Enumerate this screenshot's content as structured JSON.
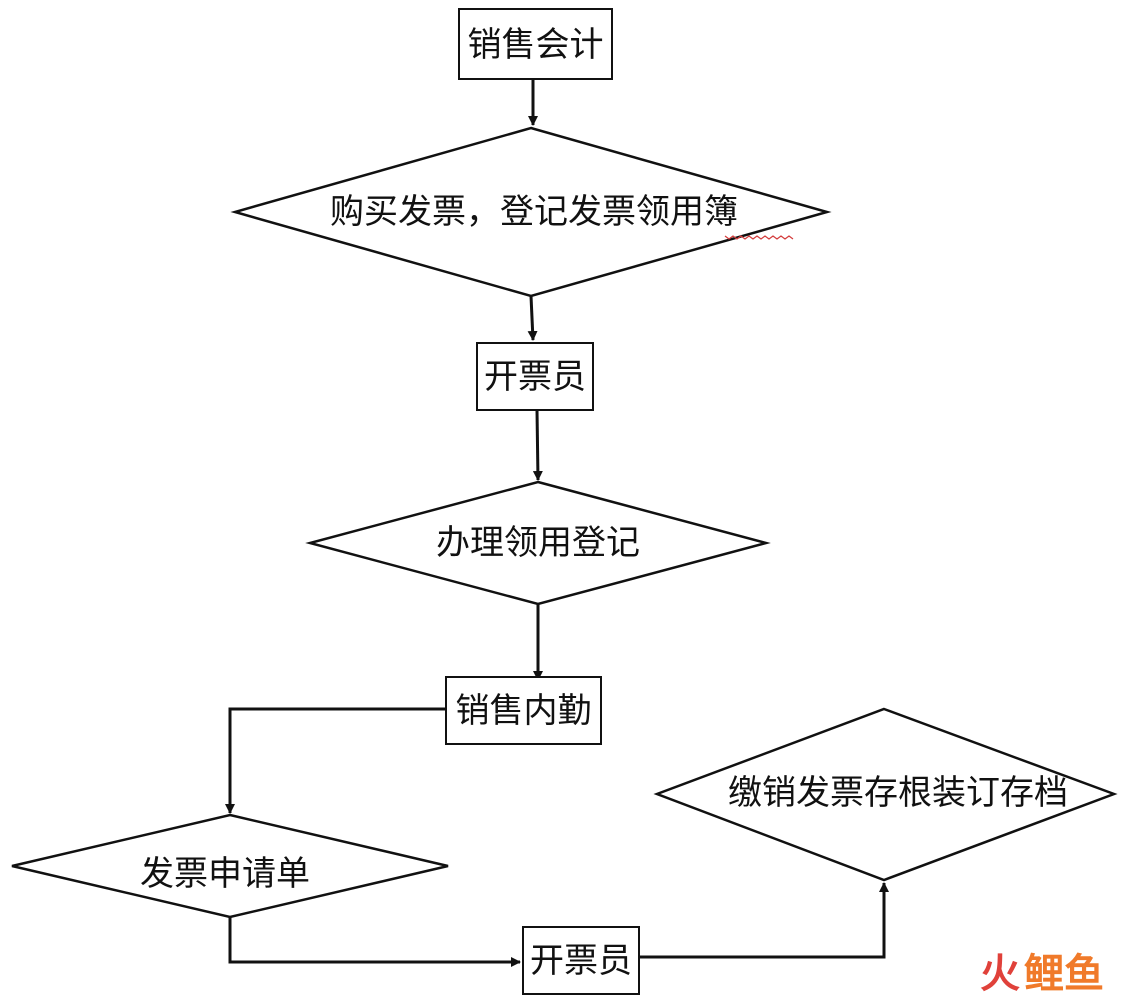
{
  "diagram": {
    "nodes": [
      {
        "id": "n1",
        "label": "销售会计"
      },
      {
        "id": "n2",
        "label": "购买发票，登记发票领用簿"
      },
      {
        "id": "n3",
        "label": "开票员"
      },
      {
        "id": "n4",
        "label": "办理领用登记"
      },
      {
        "id": "n5",
        "label": "销售内勤"
      },
      {
        "id": "n6",
        "label": "发票申请单"
      },
      {
        "id": "n7",
        "label": "开票员"
      },
      {
        "id": "n8",
        "label": "缴销发票存根装订存档"
      }
    ],
    "edges": [
      {
        "from": "n1",
        "to": "n2"
      },
      {
        "from": "n2",
        "to": "n3"
      },
      {
        "from": "n3",
        "to": "n4"
      },
      {
        "from": "n4",
        "to": "n5"
      },
      {
        "from": "n5",
        "to": "n6"
      },
      {
        "from": "n6",
        "to": "n7"
      },
      {
        "from": "n7",
        "to": "n8"
      }
    ]
  },
  "watermark": {
    "part1": "火",
    "part2": "鲤鱼",
    "color1": "#e0413a",
    "color2": "#f07a2a"
  }
}
